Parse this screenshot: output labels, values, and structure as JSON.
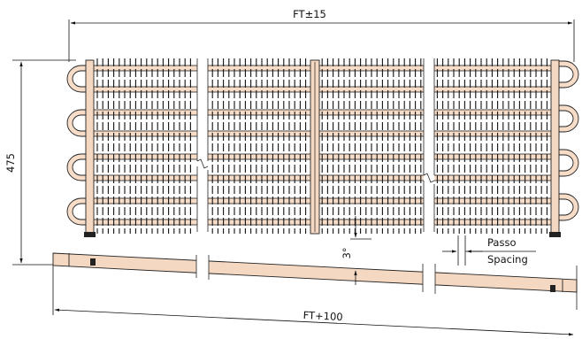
{
  "labels": {
    "length_top": "FT±15",
    "height": "475",
    "angle": "3°",
    "passo": "Passo",
    "spacing": "Spacing",
    "length_bottom": "FT+100"
  },
  "colors": {
    "tube": "#f7dcc8",
    "outline": "#222222"
  }
}
